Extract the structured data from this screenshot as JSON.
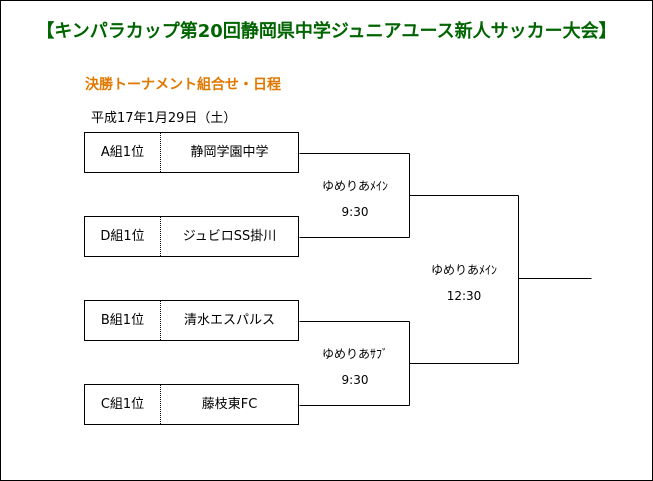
{
  "title": "【キンパラカップ第20回静岡県中学ジュニアユース新人サッカー大会】",
  "subtitle": "決勝トーナメント組合せ・日程",
  "date": "平成17年1月29日（土）",
  "teams": [
    {
      "rank": "A組1位",
      "name": "静岡学園中学"
    },
    {
      "rank": "D組1位",
      "name": "ジュビロSS掛川"
    },
    {
      "rank": "B組1位",
      "name": "清水エスパルス"
    },
    {
      "rank": "C組1位",
      "name": "藤枝東FC"
    }
  ],
  "matches": {
    "semifinal_1": {
      "venue": "ゆめりあﾒｲﾝ",
      "time": "9:30"
    },
    "semifinal_2": {
      "venue": "ゆめりあｻﾌﾞ",
      "time": "9:30"
    },
    "final": {
      "venue": "ゆめりあﾒｲﾝ",
      "time": "12:30"
    }
  }
}
